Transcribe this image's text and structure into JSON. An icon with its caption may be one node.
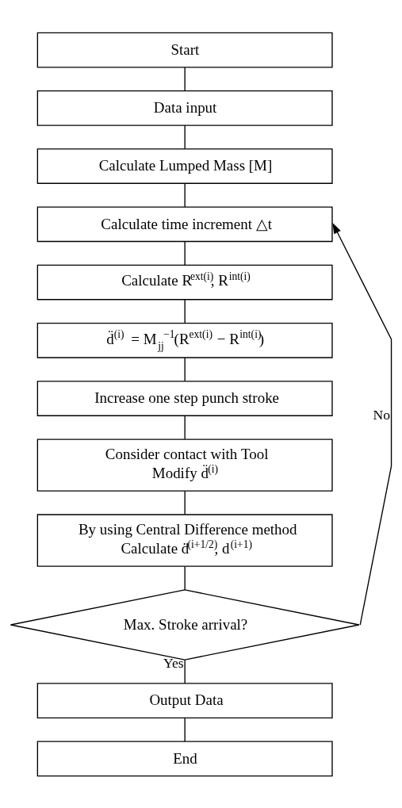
{
  "diagram": {
    "nodes": [
      {
        "text": [
          "Start"
        ]
      },
      {
        "text": [
          "Data input"
        ]
      },
      {
        "text": [
          "Calculate Lumped Mass [M]"
        ]
      },
      {
        "text": [
          "Calculate time increment △t"
        ]
      },
      {
        "text": [
          "Calculate R$^{ext(i)}$, R$^{int(i)}$"
        ]
      },
      {
        "text": [
          "d̈$^{(i)}$ = M$_{jj}$$^{−1}$(R$^{ext(i)}$ − R$^{int(i)}$)"
        ]
      },
      {
        "text": [
          "Increase one step punch stroke"
        ]
      },
      {
        "text": [
          "Consider contact with Tool",
          "Modify d̈$^{(i)}$"
        ]
      },
      {
        "text": [
          "By using Central Difference method",
          "Calculate ḋ$^{(i+1/2)}$, d$^{(i+1)}$"
        ]
      },
      {
        "text": [
          "Max. Stroke arrival?"
        ]
      },
      {
        "text": [
          "Output Data"
        ]
      },
      {
        "text": [
          "End"
        ]
      }
    ],
    "edges": [
      {
        "from": 0,
        "to": 1,
        "arrow": "none"
      },
      {
        "from": 1,
        "to": 2,
        "arrow": "none"
      },
      {
        "from": 2,
        "to": 3,
        "arrow": "none"
      },
      {
        "from": 3,
        "to": 4,
        "arrow": "none"
      },
      {
        "from": 4,
        "to": 5,
        "arrow": "none"
      },
      {
        "from": 5,
        "to": 6,
        "arrow": "none"
      },
      {
        "from": 6,
        "to": 7,
        "arrow": "none"
      },
      {
        "from": 7,
        "to": 8,
        "arrow": "none"
      },
      {
        "from": 8,
        "to": 9,
        "arrow": "none"
      },
      {
        "from": 9,
        "to": 3,
        "arrow": "to",
        "label": "No"
      },
      {
        "from": 9,
        "to": 10,
        "arrow": "none",
        "label": "Yes"
      },
      {
        "from": 10,
        "to": 11,
        "arrow": "none"
      }
    ]
  }
}
